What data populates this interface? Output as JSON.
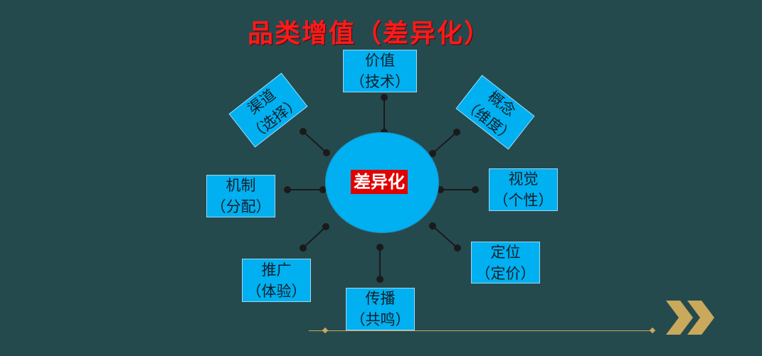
{
  "title": "品类增值（差异化）",
  "hub": {
    "label": "差异化"
  },
  "nodes": {
    "top": {
      "line1": "价值",
      "line2": "（技术）"
    },
    "top_right": {
      "line1": "概念",
      "line2": "（维度）"
    },
    "right": {
      "line1": "视觉",
      "line2": "（个性）"
    },
    "bottom_right": {
      "line1": "定位",
      "line2": "（定价）"
    },
    "bottom": {
      "line1": "传播",
      "line2": "（共鸣）"
    },
    "bottom_left": {
      "line1": "推广",
      "line2": "（体验）"
    },
    "left": {
      "line1": "机制",
      "line2": "（分配）"
    },
    "top_left": {
      "line1": "渠道",
      "line2": "（选择）"
    }
  },
  "colors": {
    "background": "#244a4e",
    "hub": "#00b0f0",
    "box": "#00b0f0",
    "title": "#ff1a1a",
    "hub_label_bg": "#e00000",
    "accent_gold": "#c9a95b"
  },
  "icons": {
    "next_arrow": "double-chevron-right-icon"
  }
}
